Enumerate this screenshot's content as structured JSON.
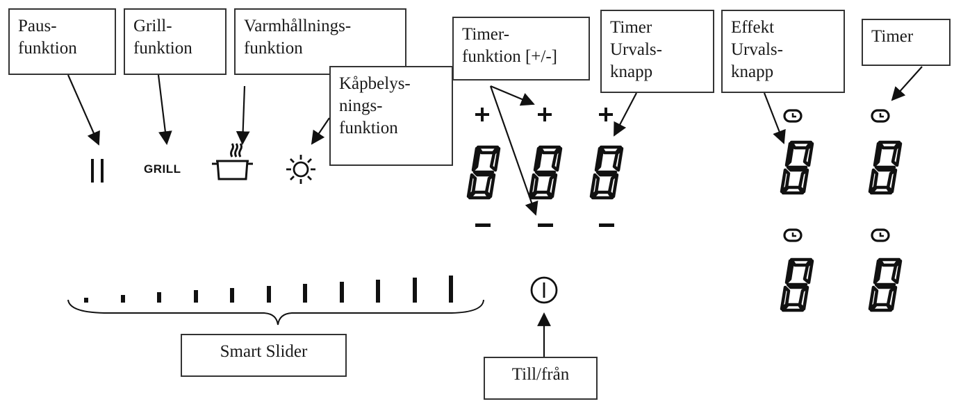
{
  "labels": {
    "pause": [
      "Paus-",
      "funktion"
    ],
    "grill": [
      "Grill-",
      "funktion"
    ],
    "keep_warm": [
      "Varmhållnings-",
      "funktion"
    ],
    "hood_light": [
      "Kåpbelys-",
      "nings-",
      "funktion"
    ],
    "timer_function": [
      "Timer-",
      "funktion [+/-]"
    ],
    "timer_select": [
      "Timer",
      "Urvals-",
      "knapp"
    ],
    "power_select": [
      "Effekt",
      "Urvals-",
      "knapp"
    ],
    "timer": [
      "Timer"
    ],
    "smart_slider": [
      "Smart Slider"
    ],
    "on_off": [
      "Till/från"
    ]
  },
  "panel": {
    "grill_button_text": "GRILL",
    "plus_sign": "+",
    "minus_sign": "−",
    "slider_levels": 11,
    "seven_segment_digit": "8"
  },
  "icons": [
    "pause-icon",
    "keep-warm-pot-icon",
    "hood-light-sun-icon",
    "clock-icon",
    "power-icon"
  ]
}
